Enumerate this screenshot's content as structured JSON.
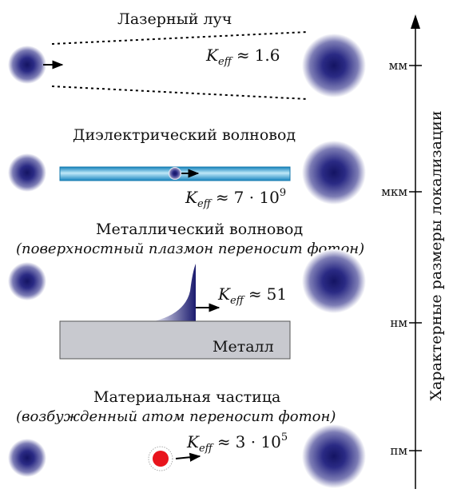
{
  "sections": {
    "laser": {
      "title": "Лазерный луч",
      "k_value": "1.6"
    },
    "dielectric": {
      "title": "Диэлектрический волновод",
      "k_mant": "7 · 10",
      "k_exp": "9"
    },
    "metal": {
      "title": "Металлический волновод",
      "subtitle": "(поверхностный плазмон переносит фотон)",
      "k_value": "51",
      "block_label": "Металл"
    },
    "particle": {
      "title": "Материальная частица",
      "subtitle": "(возбужденный атом переносит фотон)",
      "k_mant": "3 · 10",
      "k_exp": "5"
    }
  },
  "k_symbol": {
    "base": "K",
    "sub": "eff",
    "approx": "≈"
  },
  "axis": {
    "label": "Характерные размеры локализации",
    "ticks": [
      "мм",
      "мкм",
      "нм",
      "пм"
    ]
  },
  "colors": {
    "spot_center": "#1a1a6e",
    "spot_edge": "#ffffff",
    "waveguide": "#29a3d6",
    "metal_block": "#c8c9cf",
    "atom": "#e8141c"
  }
}
